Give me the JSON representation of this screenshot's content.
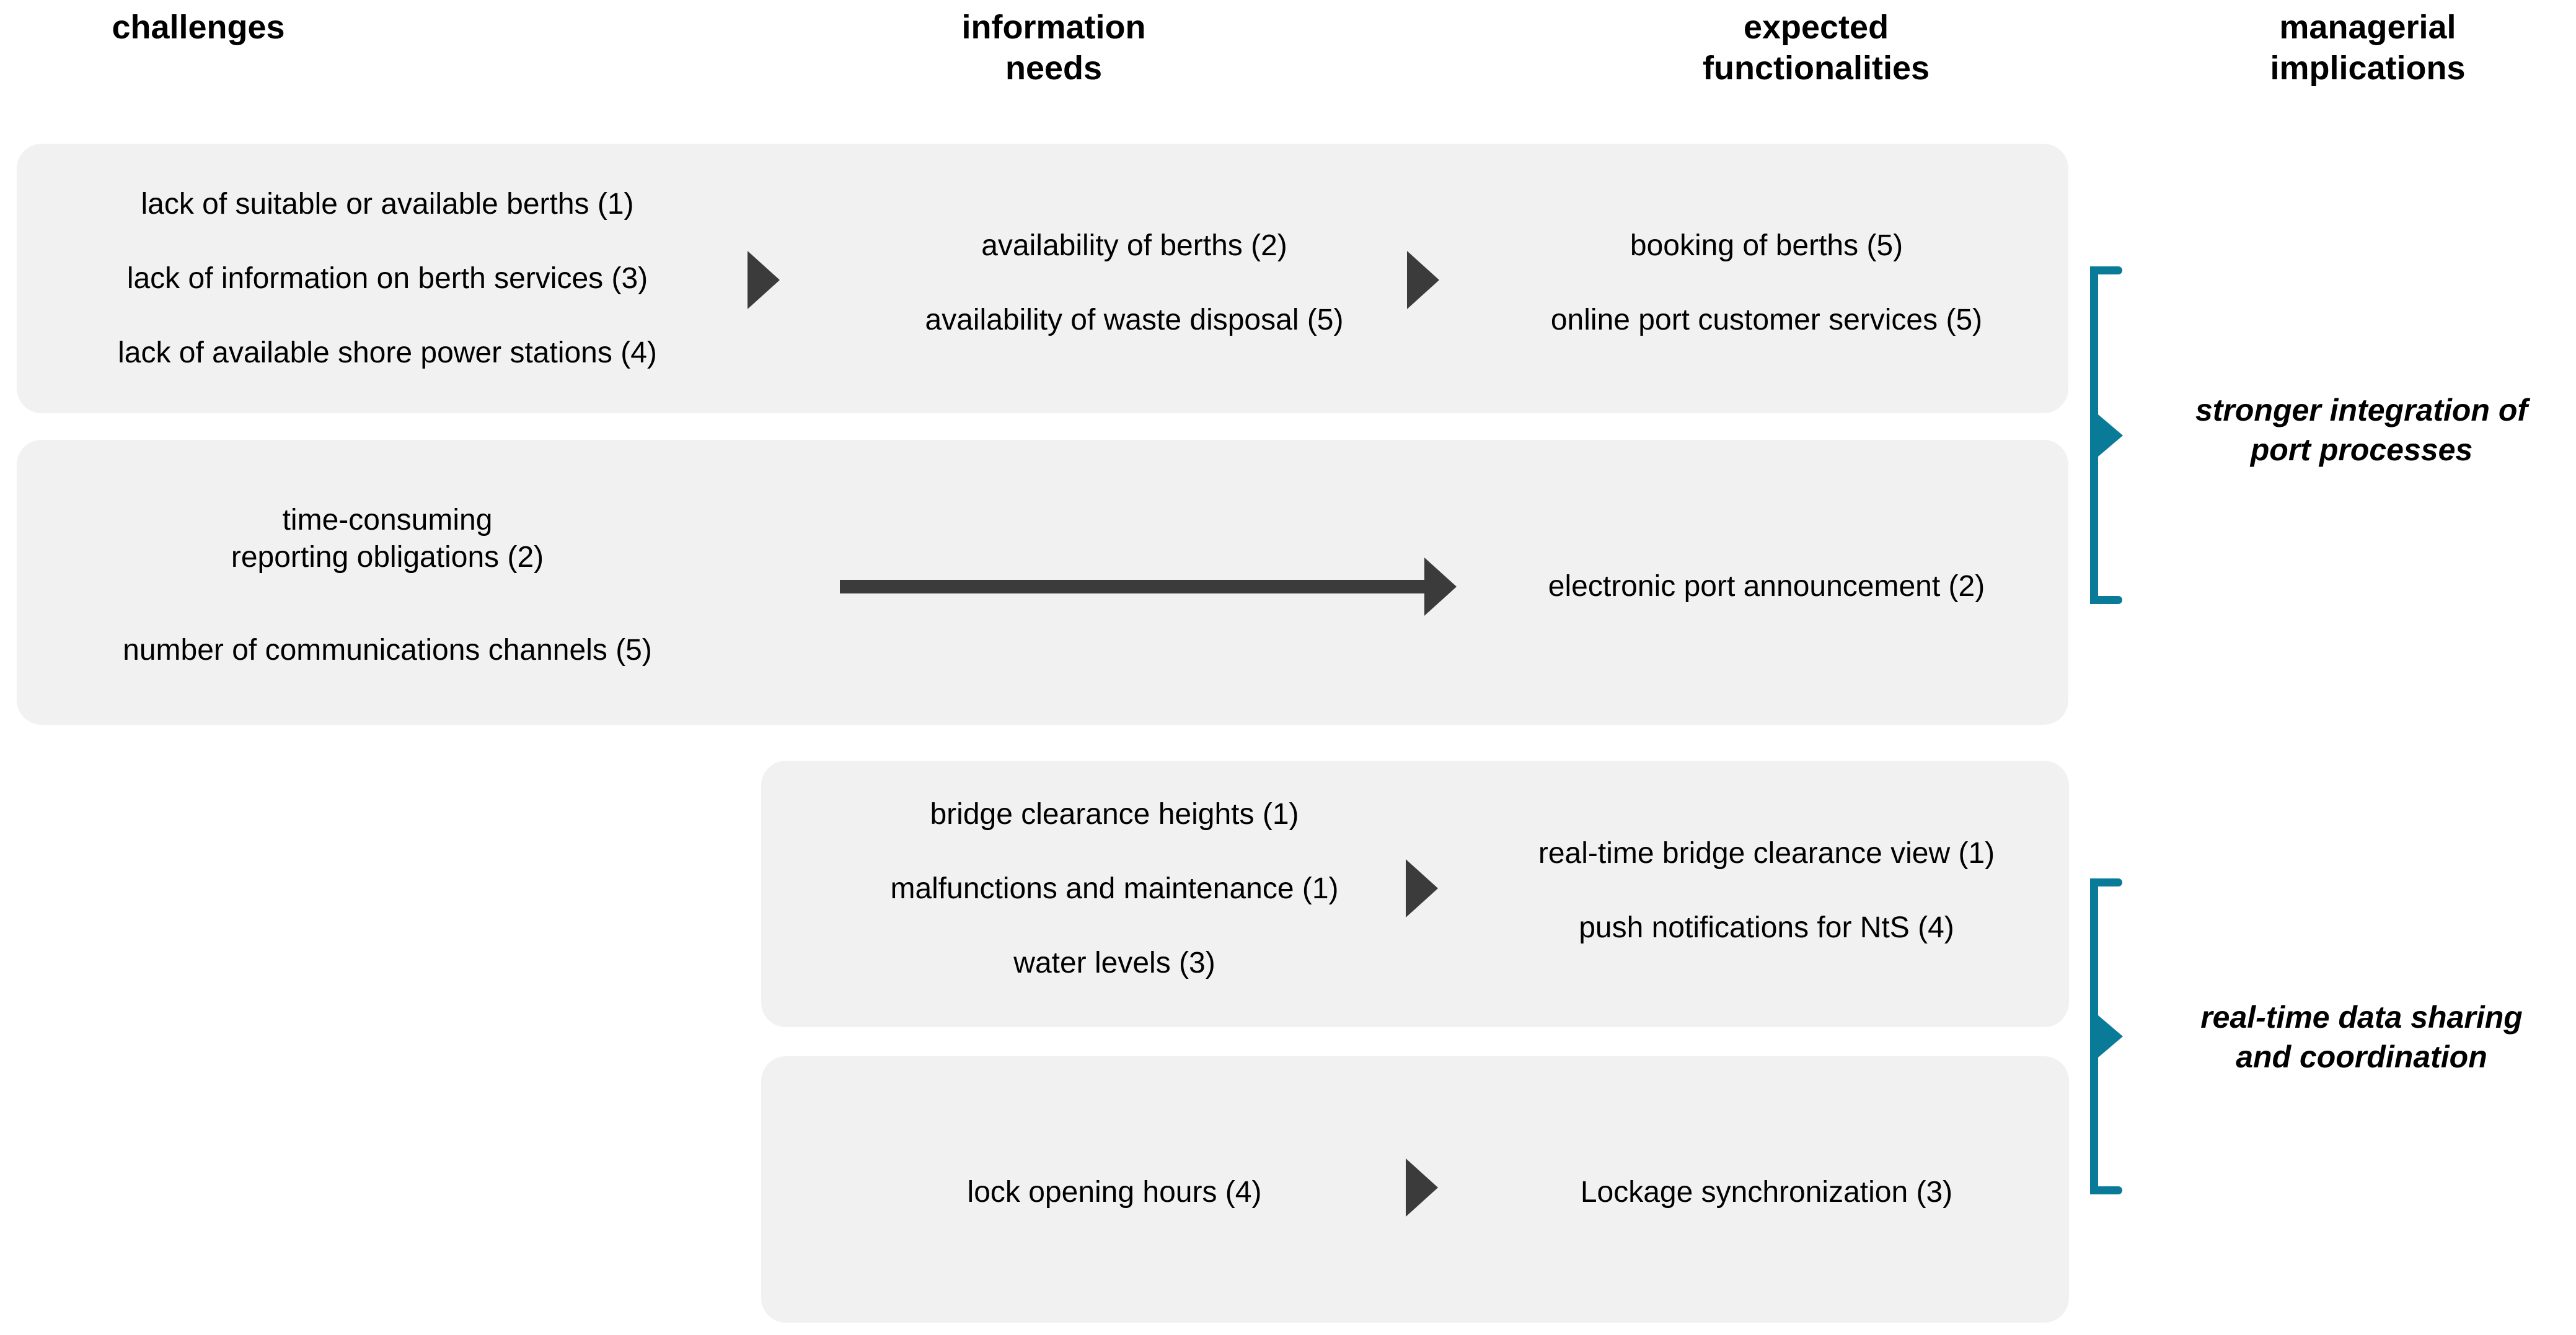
{
  "columns": [
    {
      "id": "challenges",
      "label": "challenges"
    },
    {
      "id": "information-needs",
      "label": "information\nneeds"
    },
    {
      "id": "expected-functionalities",
      "label": "expected\nfunctionalities"
    },
    {
      "id": "managerial-implications",
      "label": "managerial\nimplications"
    }
  ],
  "colors": {
    "group_box": "#F1F1F1",
    "arrow": "#3B3B3B",
    "bracket": "#0A7A99",
    "text": "#000000",
    "background": "#FFFFFF"
  },
  "groups": [
    {
      "id": "berth-services",
      "challenges": [
        "lack of suitable or available berths (1)",
        "lack of information on berth services (3)",
        "lack of available shore power stations (4)"
      ],
      "information_needs": [
        "availability of berths (2)",
        "availability of waste disposal (5)"
      ],
      "expected_functionalities": [
        "booking of berths (5)",
        "online port customer services (5)"
      ]
    },
    {
      "id": "reporting",
      "challenges": [
        "time-consuming\nreporting obligations (2)",
        "number of communications channels (5)"
      ],
      "information_needs": [],
      "expected_functionalities": [
        "electronic port announcement (2)"
      ]
    },
    {
      "id": "bridges",
      "challenges": [],
      "information_needs": [
        "bridge clearance heights (1)",
        "malfunctions and maintenance  (1)",
        "water levels (3)"
      ],
      "expected_functionalities": [
        "real-time bridge clearance view (1)",
        "push notifications for NtS (4)"
      ]
    },
    {
      "id": "locks",
      "challenges": [],
      "information_needs": [
        "lock opening hours (4)"
      ],
      "expected_functionalities": [
        "Lockage synchronization (3)"
      ]
    }
  ],
  "implications": [
    {
      "id": "port-integration",
      "label": "stronger integration of\nport processes"
    },
    {
      "id": "data-coordination",
      "label": "real-time data sharing\nand coordination"
    }
  ]
}
